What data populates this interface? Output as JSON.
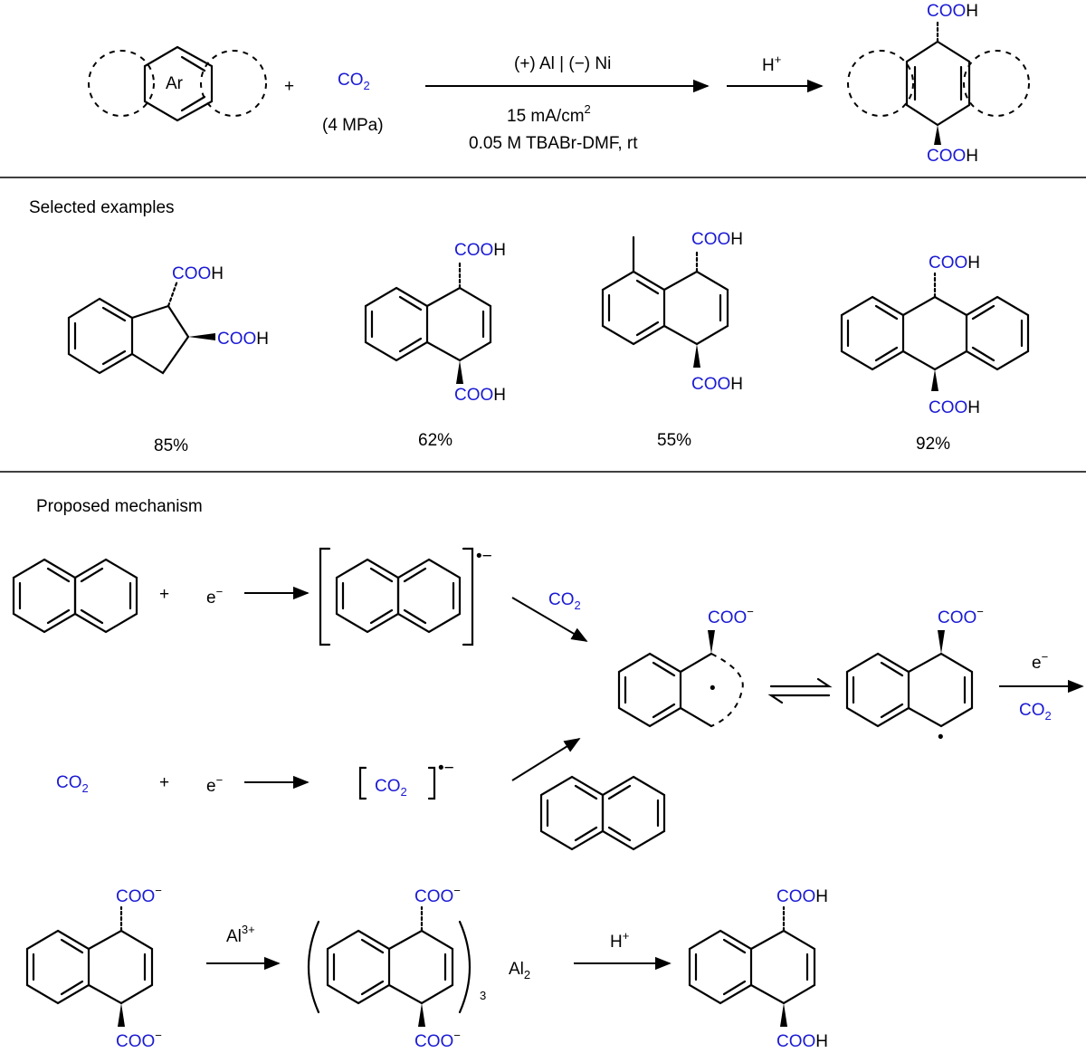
{
  "colors": {
    "co2_group": "#1a1ad4",
    "ink": "#000000"
  },
  "header": {
    "aryl_label": "Ar",
    "plus": "+",
    "co2": "CO",
    "co2_sub": "2",
    "pressure": "(4 MPa)",
    "electrodes": "(+) Al | (−) Ni",
    "current": "15 mA/cm",
    "current_sup": "2",
    "electrolyte": "0.05 M TBABr-DMF, rt",
    "acid": "H",
    "acid_sup": "+",
    "product_top_blue": "COO",
    "product_top_black": "H",
    "product_bottom_blue": "COO",
    "product_bottom_black": "H"
  },
  "examples": {
    "title": "Selected examples",
    "acid_blue": "COO",
    "acid_black": "H",
    "yields": [
      "85%",
      "62%",
      "55%",
      "92%"
    ]
  },
  "mechanism": {
    "title": "Proposed mechanism",
    "plus": "+",
    "electron": "e",
    "electron_sup": "−",
    "radical_anion": "•−",
    "co2": "CO",
    "co2_sub": "2",
    "carboxylate_blue": "COO",
    "carboxylate_sup": "−",
    "radical_dot": "•",
    "al_ion": "Al",
    "al_ion_sup": "3+",
    "count_3": "3",
    "al2": "Al",
    "al2_sub": "2",
    "acid": "H",
    "acid_sup": "+",
    "cooh_blue": "COO",
    "cooh_black": "H"
  }
}
